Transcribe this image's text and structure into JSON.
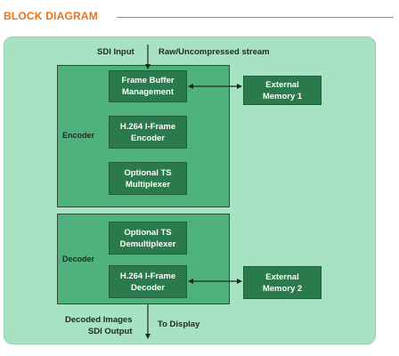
{
  "header": {
    "title": "BLOCK DIAGRAM"
  },
  "labels": {
    "sdi_input": "SDI Input",
    "raw_stream": "Raw/Uncompressed stream",
    "encoder": "Encoder",
    "decoder": "Decoder",
    "decoded_images": "Decoded Images\nSDI Output",
    "to_display": "To Display"
  },
  "blocks": {
    "frame_buffer": "Frame Buffer\nManagement",
    "external_memory_1": "External\nMemory 1",
    "h264_encoder": "H.264 I-Frame\nEncoder",
    "ts_multiplexer": "Optional TS\nMultiplexer",
    "ts_demultiplexer": "Optional TS\nDemultiplexer",
    "h264_decoder": "H.264 I-Frame\nDecoder",
    "external_memory_2": "External\nMemory 2"
  },
  "colors": {
    "accent": "#e8731b",
    "panel": "#a7e2c3",
    "group": "#4fb27d",
    "block": "#2a7a4c"
  }
}
